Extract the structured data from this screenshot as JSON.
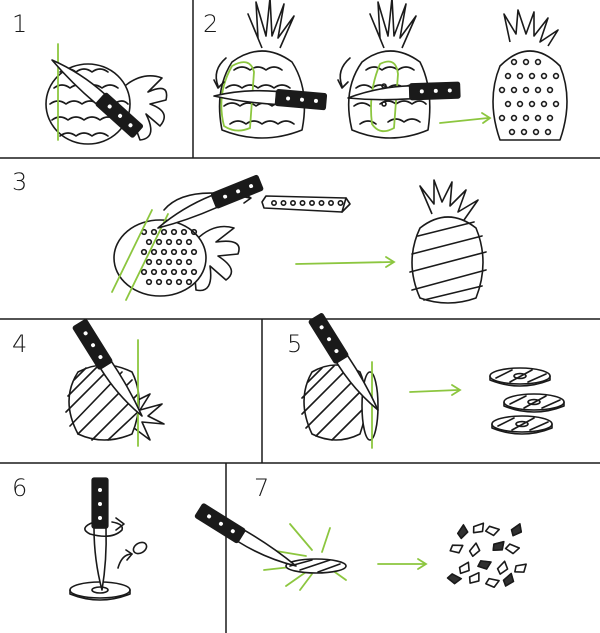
{
  "steps": [
    {
      "number": "1"
    },
    {
      "number": "2"
    },
    {
      "number": "3"
    },
    {
      "number": "4"
    },
    {
      "number": "5"
    },
    {
      "number": "6"
    },
    {
      "number": "7"
    }
  ],
  "colors": {
    "ink": "#1a1a1a",
    "accent": "#8cc63f",
    "background": "#ffffff"
  }
}
